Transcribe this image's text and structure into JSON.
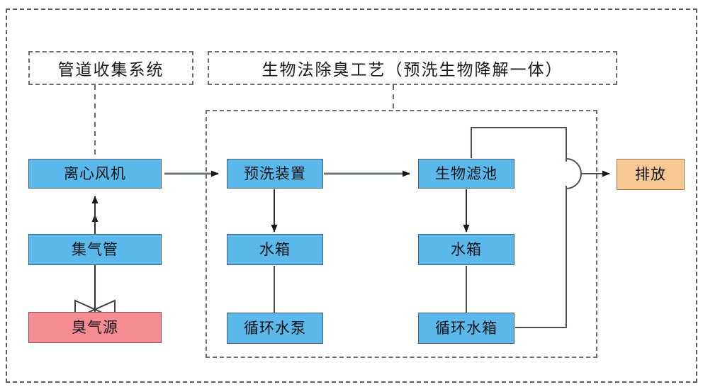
{
  "diagram": {
    "title_boxes": [
      {
        "name": "pipe-collection-system",
        "label": "管道收集系统"
      },
      {
        "name": "bio-deodorization-process",
        "label": "生物法除臭工艺（预洗生物降解一体）"
      }
    ],
    "nodes": [
      {
        "id": "centrifugal-fan",
        "label": "离心风机",
        "color": "#5ab9ea"
      },
      {
        "id": "gas-collection-pipe",
        "label": "集气管",
        "color": "#5ab9ea"
      },
      {
        "id": "odor-source",
        "label": "臭气源",
        "color": "#f68d95"
      },
      {
        "id": "prewash-device",
        "label": "预洗装置",
        "color": "#5ab9ea"
      },
      {
        "id": "water-tank-1",
        "label": "水箱",
        "color": "#5ab9ea"
      },
      {
        "id": "circulating-pump",
        "label": "循环水泵",
        "color": "#5ab9ea"
      },
      {
        "id": "biological-filter",
        "label": "生物滤池",
        "color": "#5ab9ea"
      },
      {
        "id": "water-tank-2",
        "label": "水箱",
        "color": "#5ab9ea"
      },
      {
        "id": "circulating-tank",
        "label": "循环水箱",
        "color": "#5ab9ea"
      },
      {
        "id": "discharge",
        "label": "排放",
        "color": "#f7c893"
      }
    ],
    "symbols": [
      {
        "name": "valve-symbol",
        "shape": "bowtie"
      },
      {
        "name": "merge-junction",
        "shape": "semicircle"
      }
    ],
    "colors": {
      "blue": "#5ab9ea",
      "pink": "#f68d95",
      "orange": "#f7c893",
      "line": "#4a5057",
      "dashed_border": "#6b6b6b",
      "background": "#ffffff"
    }
  }
}
